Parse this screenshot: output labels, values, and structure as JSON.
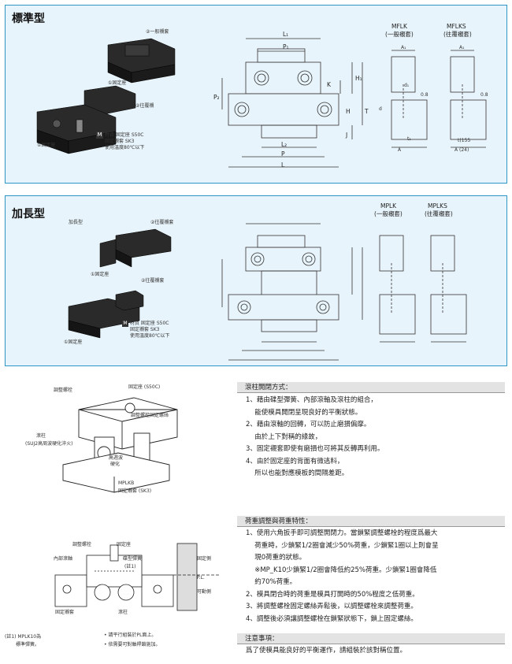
{
  "standard": {
    "title": "標準型",
    "photo_labels": [
      "②一般襯套",
      "①固定座",
      "②往覆襯",
      "①固定座"
    ],
    "material": {
      "badge": "M",
      "line1": "材質 固定座 S50C",
      "line2": "固定襯套 SK3",
      "line3": "使用溫度80℃以下"
    },
    "dims": {
      "L1": "L₁",
      "P1": "P₁",
      "P2": "P₂",
      "H1": "H₁",
      "K": "K",
      "H": "H",
      "T": "T",
      "J": "J",
      "L2": "L₂",
      "P": "P",
      "L": "L"
    },
    "mflk_title": [
      "MFLK",
      "(一般襯套)"
    ],
    "mflks_title": [
      "MFLKS",
      "(往覆襯套)"
    ],
    "side_dims": {
      "A1": "A₁",
      "d1": "d₁",
      "d": "d",
      "v08": "0.8",
      "t1": "t₁",
      "A": "A",
      "t155": "t(155",
      "A24": "A (24)"
    }
  },
  "extended": {
    "title": "加長型",
    "photo_labels": [
      "加長型",
      "②往覆襯套",
      "①固定座",
      "②往覆襯套",
      "①固定座"
    ],
    "material": {
      "badge": "M",
      "line1": "材質 固定座 S50C",
      "line2": "固定襯套 SK3",
      "line3": "使用溫度80℃以下"
    },
    "mflk_title": [
      "MPLK",
      "(一般襯套)"
    ],
    "mflks_title": [
      "MPLKS",
      "(往覆襯套)"
    ]
  },
  "diagram1_labels": [
    "調整螺栓",
    "固定座 (S50C)",
    "調整螺栓固定螺絲",
    "滾柱",
    "(SUJ2高周波硬化淬火)",
    "高週波",
    "硬化",
    "MPLKB",
    "固定襯套 (SK3)"
  ],
  "section1": {
    "header": "滾柱開閉方式：",
    "lines": [
      "1、藉由碟型彈簧、內部滾軸及滾柱的組合，",
      "　 能使模具開閉呈現良好的平衡狀態。",
      "2、藉由滾軸的回轉，可以防止磨損偏摩。",
      "　 由於上下對稱的緣故，",
      "3、固定襯套即使有磨損也可將其反轉再利用。",
      "4、由於固定座的背面有微逃料，",
      "　 所以也能對應模板的間隔差距。"
    ]
  },
  "diagram2_labels": [
    "調整螺栓",
    "固定座",
    "內部滾軸",
    "碟型彈簧",
    "(註1)",
    "固定側",
    "P.L.",
    "可動側",
    "固定襯套",
    "滾柱"
  ],
  "section2": {
    "header": "荷重調整與荷重特性：",
    "lines": [
      "1、使用六角扳手即可調整開閉力。當鎖緊調整螺栓的程度爲最大",
      "　 荷重時，少鎖緊1/2圈會減少50%荷重，少鎖緊1圈以上則會呈",
      "　 現0荷重的狀態。",
      "　 ※MP_K10少鎖緊1/2圈會降低約25%荷重。少鎖緊1圈會降低",
      "　 約70%荷重。",
      "2、模具閉合時的荷重是模具打開時的50%程度之低荷重。",
      "3、將調整螺栓固定螺絲弄鬆後，以調整螺栓來調整荷重。",
      "4、調整後必須讓調整螺栓在鎖緊狀態下，鎖上固定螺絲。"
    ]
  },
  "notes": {
    "note1": "(註1) MPLK10為",
    "note1b": "標準彈簧。",
    "bullet1": "• 請平行組裝於PL面上。",
    "bullet2": "• 依需要可對軸桿鎖施加。"
  },
  "section3": {
    "header": "注意事項：",
    "line": "爲了使模具能良好的平衡運作，請組裝於該對稱位置。"
  }
}
